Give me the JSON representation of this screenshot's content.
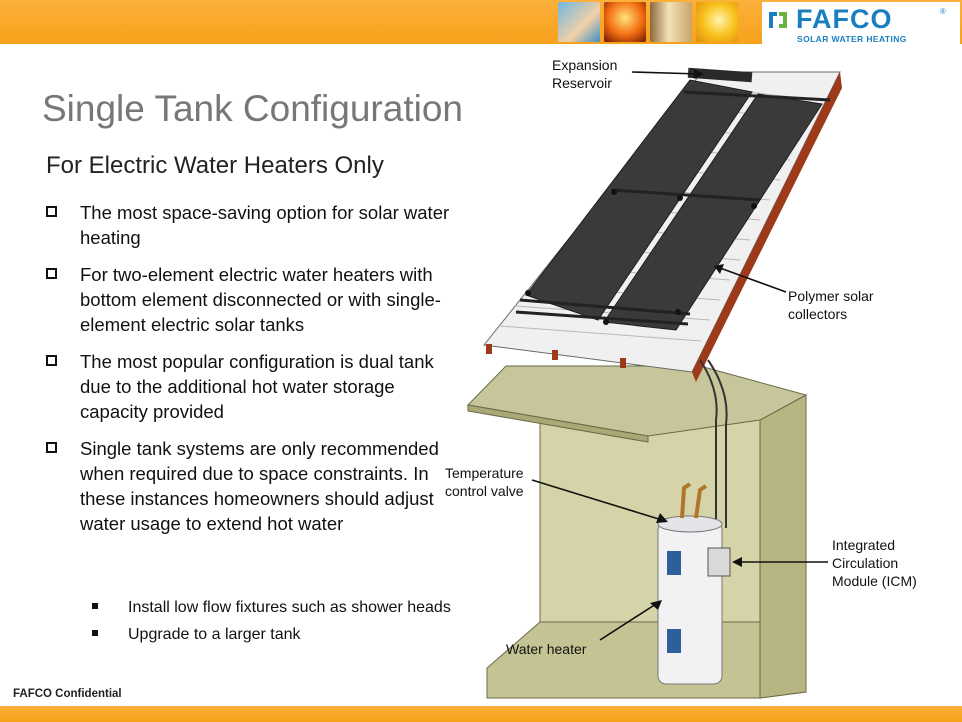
{
  "header": {
    "logo_text": "FAFCO",
    "logo_registered": "®",
    "logo_tagline": "SOLAR WATER HEATING"
  },
  "title": "Single Tank Configuration",
  "subtitle": "For Electric Water Heaters Only",
  "bullets": [
    "The most space-saving option for solar water heating",
    "For two-element electric water heaters with bottom element disconnected or with single-element electric solar tanks",
    "The most popular configuration is dual tank due to the additional hot water storage capacity provided",
    "Single tank systems are only recommended when required due to space constraints.  In these instances homeowners should adjust water usage to extend hot water"
  ],
  "sub_bullets": [
    "Install low flow fixtures such as shower heads",
    "Upgrade to a larger tank"
  ],
  "labels": {
    "expansion_1": "Expansion",
    "expansion_2": "Reservoir",
    "collectors_1": "Polymer solar",
    "collectors_2": "collectors",
    "temp_1": "Temperature",
    "temp_2": "control valve",
    "icm_1": "Integrated",
    "icm_2": "Circulation",
    "icm_3": "Module (ICM)",
    "water_heater": "Water heater"
  },
  "footer": "FAFCO Confidential",
  "colors": {
    "orange_bar": "#f7a21c",
    "title_gray": "#777777",
    "brand_blue": "#1a7fc1",
    "collector": "#3a3a3a",
    "roof_edge": "#9c3a1a",
    "wall": "#c7c79a"
  }
}
